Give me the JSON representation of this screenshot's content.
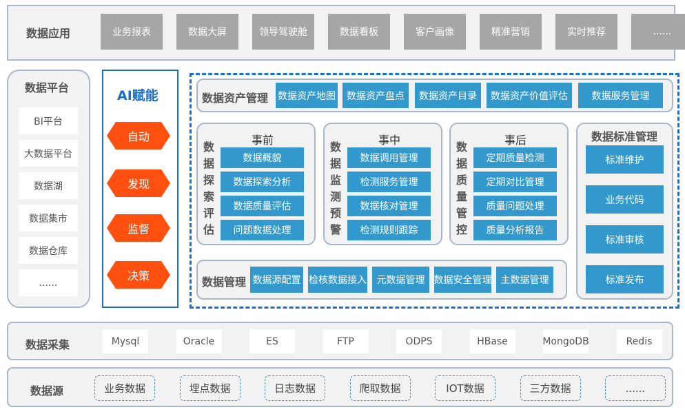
{
  "app_layer": {
    "title": "数据应用",
    "items": [
      "业务报表",
      "数据大屏",
      "领导驾驶舱",
      "数据看板",
      "客户画像",
      "精准营销",
      "实时推荐",
      "......"
    ]
  },
  "platform": {
    "title": "数据平台",
    "items": [
      "BI平台",
      "大数据平台",
      "数据湖",
      "数据集市",
      "数据仓库",
      "......"
    ]
  },
  "ai": {
    "title": "AI赋能",
    "items": [
      "自动",
      "发现",
      "监督",
      "决策"
    ],
    "color": "#ff5010"
  },
  "asset": {
    "title": "数据资产管理",
    "items": [
      "数据资产地图",
      "数据资产盘点",
      "数据资产目录",
      "数据资产价值评估",
      "数据服务管理"
    ]
  },
  "columns": [
    {
      "title": "事前",
      "side": "数据探索评估",
      "items": [
        "数据概貌",
        "数据探索分析",
        "数据质量评估",
        "问题数据处理"
      ]
    },
    {
      "title": "事中",
      "side": "数据监测预警",
      "items": [
        "数据调用管理",
        "检测服务管理",
        "数据核对管理",
        "检测规则跟踪"
      ]
    },
    {
      "title": "事后",
      "side": "数据质量管控",
      "items": [
        "定期质量检测",
        "定期对比管理",
        "质量问题处理",
        "质量分析报告"
      ]
    }
  ],
  "standard": {
    "title": "数据标准管理",
    "items": [
      "标准维护",
      "业务代码",
      "标准审核",
      "标准发布"
    ]
  },
  "manage": {
    "title": "数据管理",
    "items": [
      "数据源配置",
      "检核数据接入",
      "元数据管理",
      "数据安全管理",
      "主数据管理"
    ]
  },
  "collect": {
    "title": "数据采集",
    "items": [
      "Mysql",
      "Oracle",
      "ES",
      "FTP",
      "ODPS",
      "HBase",
      "MongoDB",
      "Redis"
    ]
  },
  "source": {
    "title": "数据源",
    "items": [
      "业务数据",
      "埋点数据",
      "日志数据",
      "爬取数据",
      "IOT数据",
      "三方数据",
      "......"
    ]
  },
  "colors": {
    "accent_blue": "#1a6fc4",
    "box_blue": "#3399cc",
    "gray_button": "#a6a6a6"
  }
}
